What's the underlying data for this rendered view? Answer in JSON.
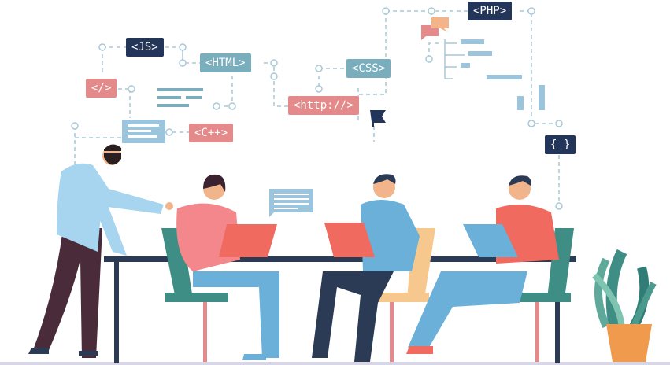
{
  "tags": {
    "js": "<JS>",
    "html": "<HTML>",
    "close_tag": "</>",
    "cpp": "<C++>",
    "http": "<http://>",
    "css": "<CSS>",
    "php": "<PHP>",
    "braces": "{ }"
  },
  "colors": {
    "navy": "#24355a",
    "teal": "#7aaebd",
    "pink": "#e58a8a",
    "light_blue": "#6ab0d9",
    "coral": "#f06a5f",
    "desk": "#2b3a55"
  }
}
